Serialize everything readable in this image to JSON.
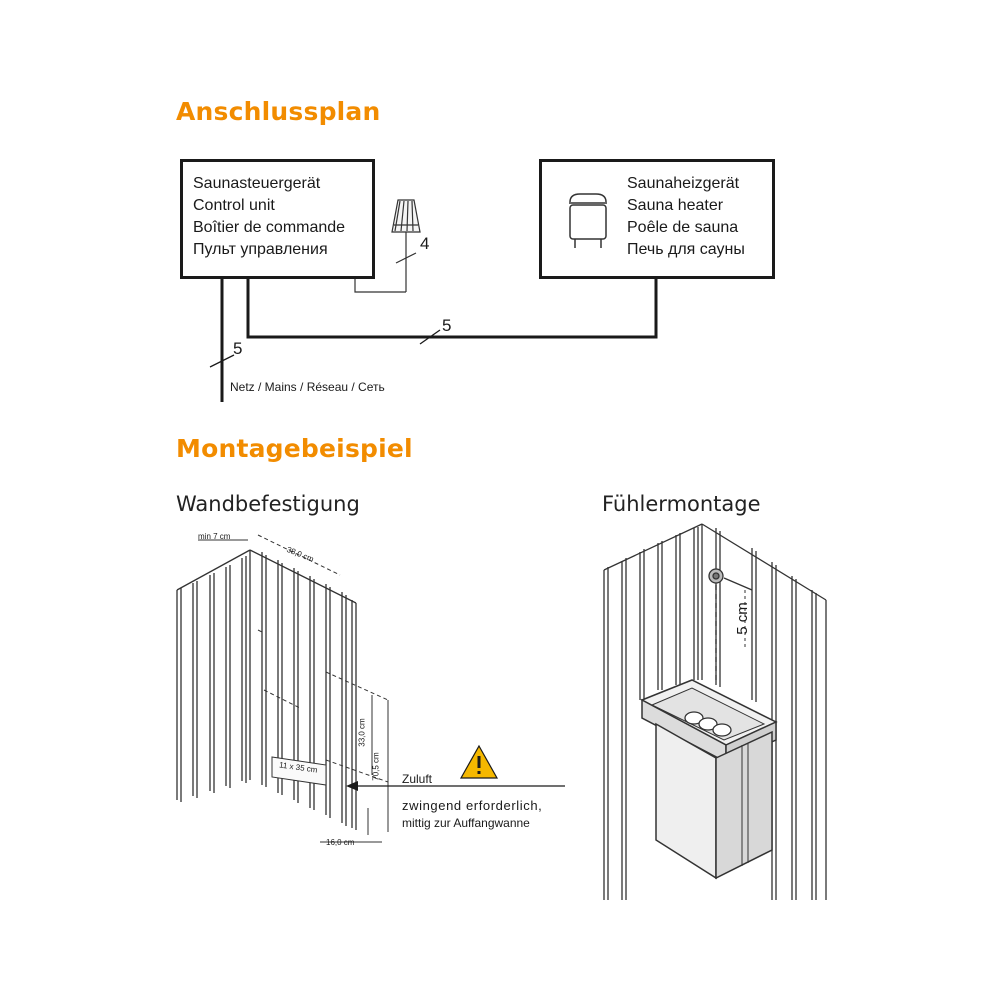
{
  "colors": {
    "accent": "#f28c00",
    "line": "#1a1a1a",
    "warning": "#f5b800"
  },
  "connection_plan": {
    "title": "Anschlussplan",
    "control_unit": {
      "lines": [
        "Saunasteuergerät",
        "Control unit",
        "Boîtier de commande",
        "Пульт управления"
      ]
    },
    "heater": {
      "lines": [
        "Saunaheizgerät",
        "Sauna heater",
        "Poêle de sauna",
        "Печь для сауны"
      ]
    },
    "sensor_wire_count": "4",
    "heater_wire_count": "5",
    "mains_wire_count": "5",
    "mains_label": "Netz / Mains / Réseau / Сеть"
  },
  "mounting_example": {
    "title": "Montagebeispiel",
    "wall_mount": {
      "title": "Wandbefestigung",
      "dim_min_gap": "min 7 cm",
      "dim_width": "38,0 cm",
      "dim_hole_spacing": "33,0 cm",
      "dim_height": "70,5 cm",
      "dim_bottom": "16,0 cm",
      "dim_opening": "11 x 35 cm",
      "air_label": "Zuluft",
      "air_note_1": "zwingend erforderlich,",
      "air_note_2": "mittig zur Auffangwanne",
      "warning_icon": "warning-triangle-icon"
    },
    "sensor_mount": {
      "title": "Fühlermontage",
      "dim_distance": "5 cm"
    }
  }
}
